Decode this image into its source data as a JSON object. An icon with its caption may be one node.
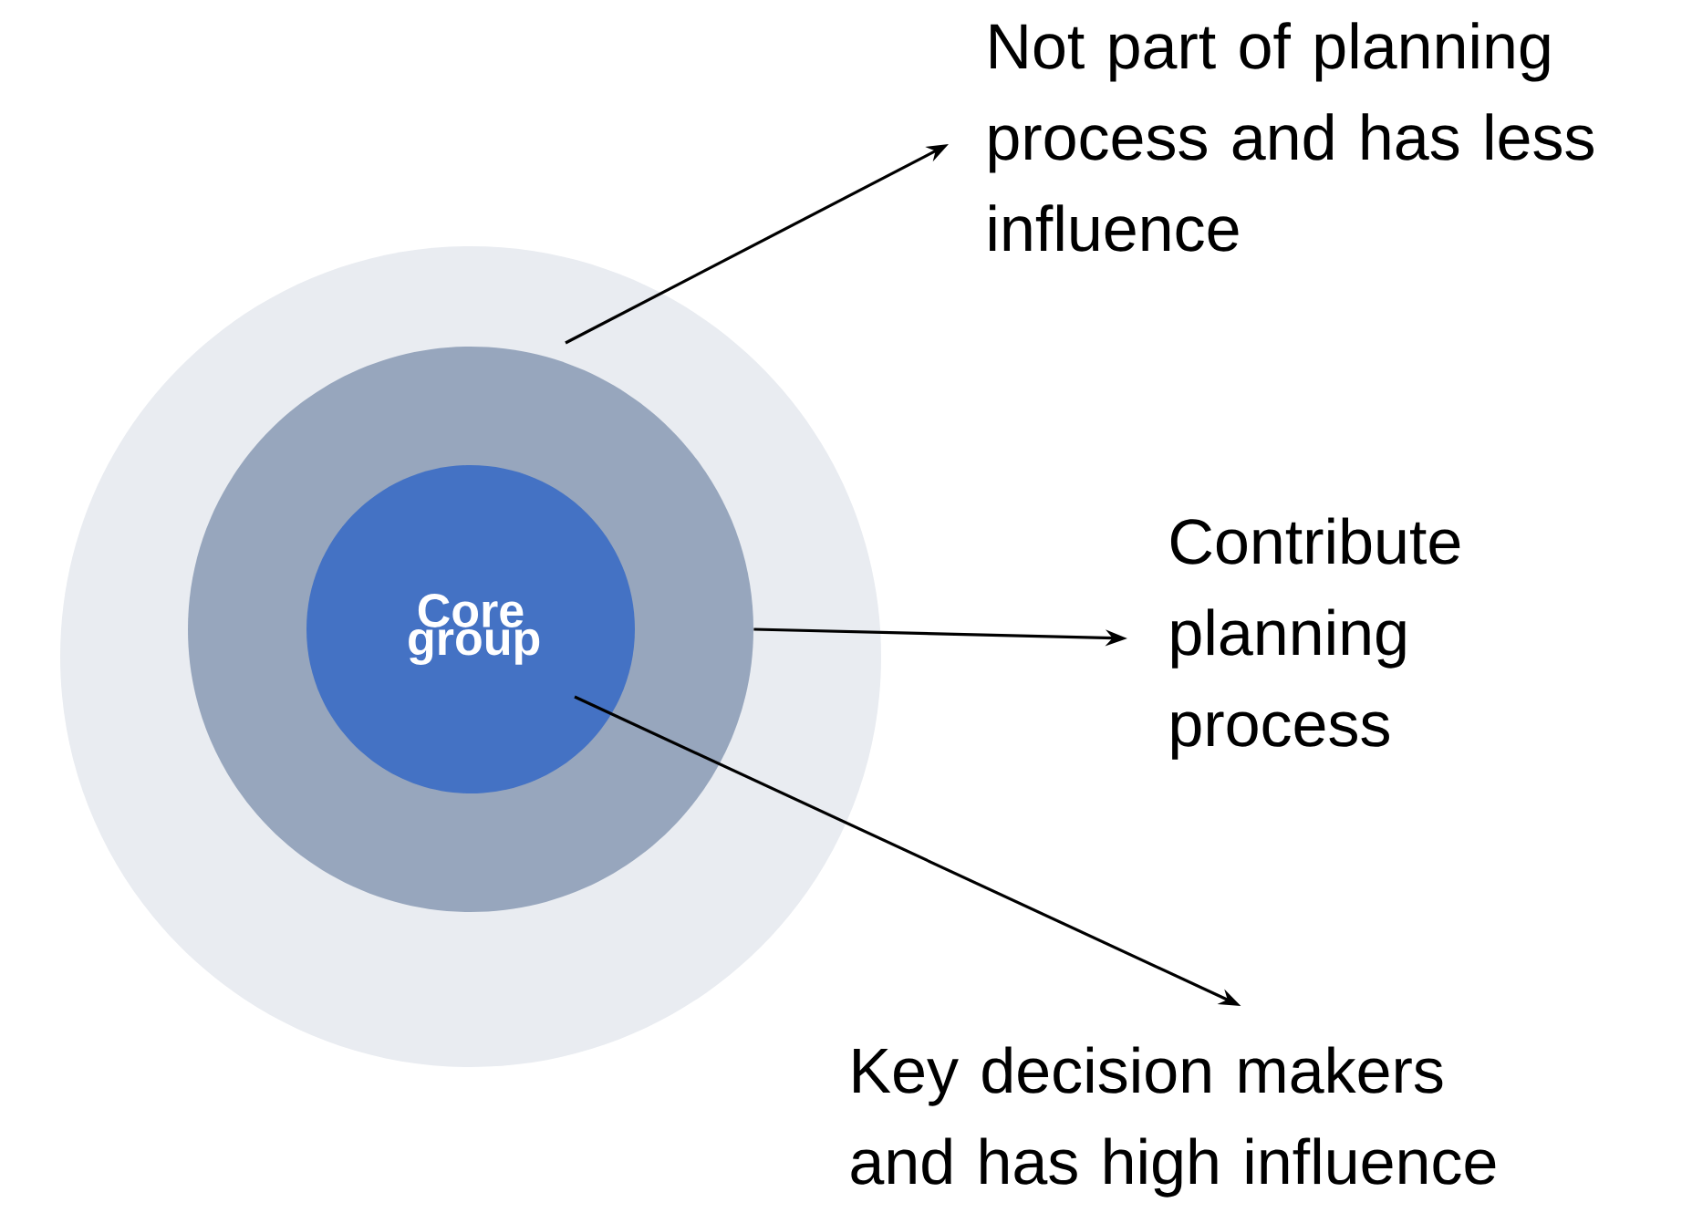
{
  "diagram": {
    "nodes": [
      {
        "text": [],
        "shape": "circle"
      },
      {
        "text": [],
        "shape": "circle",
        "in": 0
      },
      {
        "text": [
          "Core group"
        ],
        "in": 1
      },
      {
        "text": [
          "Not part of planning process and has less influence"
        ]
      },
      {
        "text": [
          "Contribute planning process"
        ]
      },
      {
        "text": [
          "Key decision makers and has high influence"
        ]
      }
    ],
    "edges": [
      {
        "from": 0,
        "to": 3,
        "arrow": "to"
      },
      {
        "from": 1,
        "to": 4,
        "arrow": "to"
      },
      {
        "from": 2,
        "to": 5,
        "arrow": "to"
      }
    ]
  }
}
